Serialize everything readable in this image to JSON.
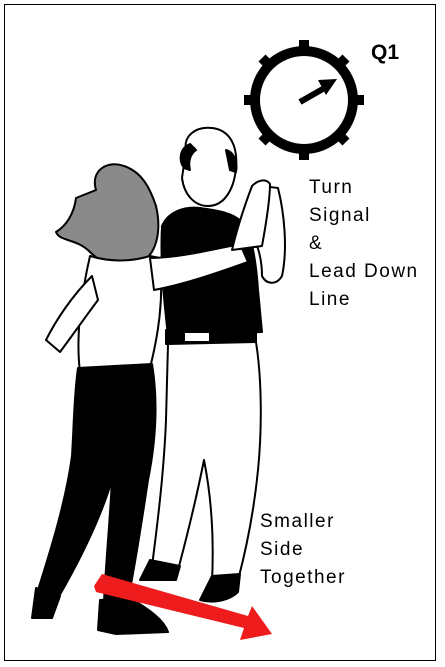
{
  "compass": {
    "label": "Q1"
  },
  "labels": {
    "turn_signal": [
      "Turn",
      "Signal",
      "&",
      "Lead Down",
      "Line"
    ],
    "smaller_side": [
      "Smaller",
      "Side",
      "Together"
    ]
  },
  "colors": {
    "arrow": "#ee1c1c",
    "figure_dark": "#000000",
    "hair": "#8a8a8a",
    "outline": "#000000"
  }
}
